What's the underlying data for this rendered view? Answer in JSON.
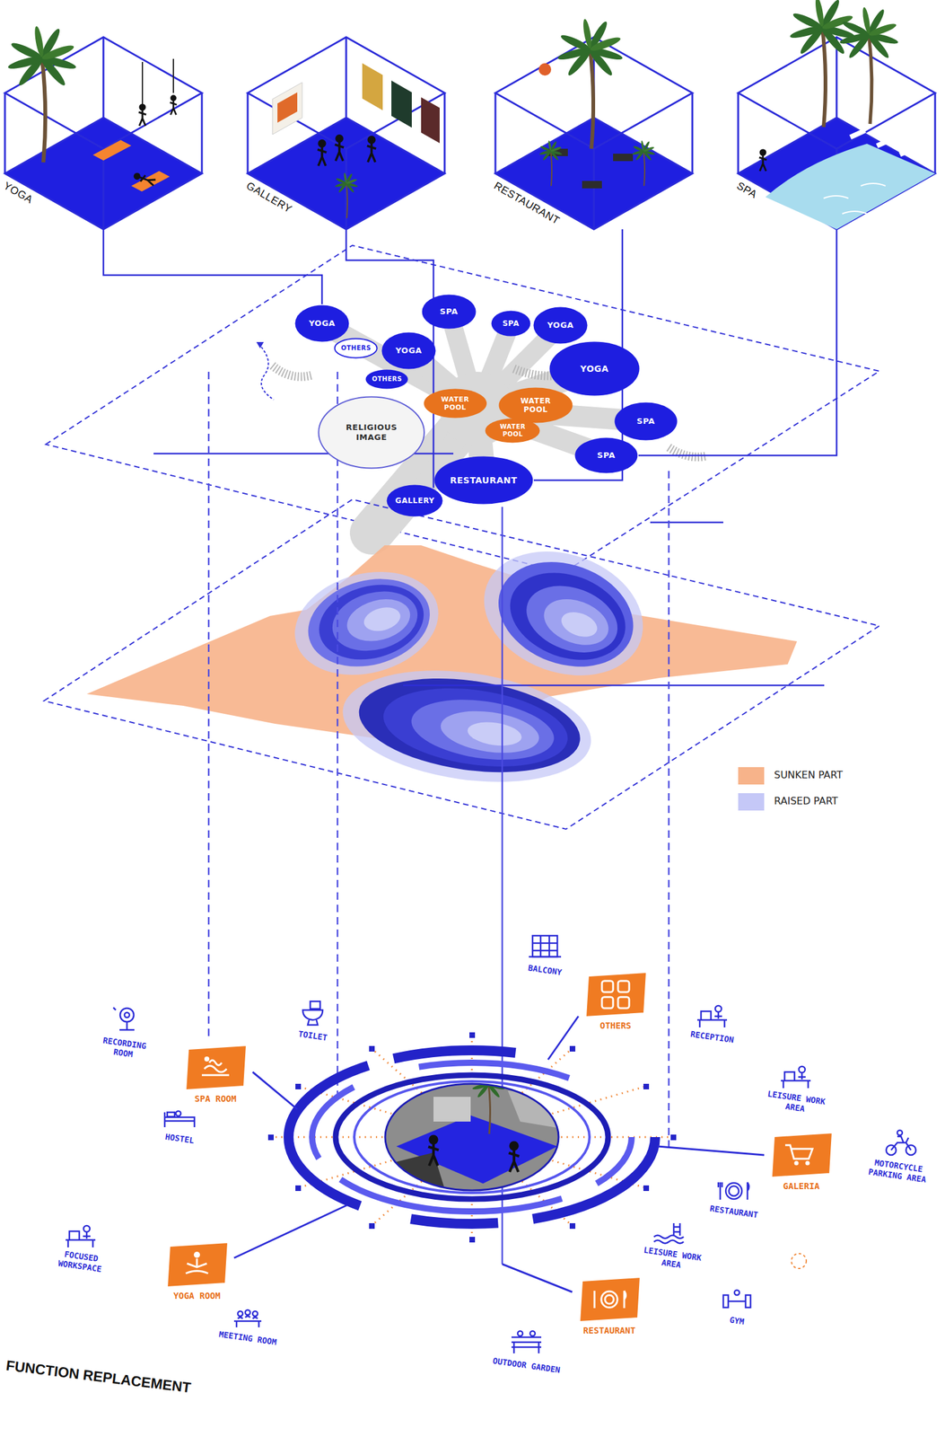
{
  "diagram": {
    "nodes": [
      {
        "text": [
          "YOGA"
        ]
      },
      {
        "text": [
          "GALLERY"
        ]
      },
      {
        "text": [
          "RESTAURANT"
        ]
      },
      {
        "text": [
          "SPA"
        ]
      },
      {
        "text": [
          "YOGA"
        ]
      },
      {
        "text": [
          "OTHERS"
        ]
      },
      {
        "text": [
          "YOGA"
        ]
      },
      {
        "text": [
          "OTHERS"
        ]
      },
      {
        "text": [
          "SPA"
        ]
      },
      {
        "text": [
          "SPA"
        ]
      },
      {
        "text": [
          "YOGA"
        ]
      },
      {
        "text": [
          "YOGA"
        ]
      },
      {
        "text": [
          "WATER POOL"
        ]
      },
      {
        "text": [
          "WATER POOL"
        ]
      },
      {
        "text": [
          "WATER POOL"
        ]
      },
      {
        "text": [
          "RELIGIOUS IMAGE"
        ]
      },
      {
        "text": [
          "SPA"
        ]
      },
      {
        "text": [
          "SPA"
        ]
      },
      {
        "text": [
          "RESTAURANT"
        ]
      },
      {
        "text": [
          "GALLERY"
        ]
      },
      {
        "text": [
          "SPA ROOM"
        ]
      },
      {
        "text": [
          "OTHERS"
        ]
      },
      {
        "text": [
          "GALERIA"
        ]
      },
      {
        "text": [
          "YOGA ROOM"
        ]
      },
      {
        "text": [
          "RESTAURANT"
        ]
      }
    ],
    "edges": [
      {
        "from": 0,
        "to": 4,
        "arrow": "none"
      },
      {
        "from": 1,
        "to": 19,
        "arrow": "none"
      },
      {
        "from": 2,
        "to": 18,
        "arrow": "none"
      },
      {
        "from": 3,
        "to": 17,
        "arrow": "none"
      }
    ],
    "labels": [
      "RECORDING ROOM",
      "TOILET",
      "BALCONY",
      "RECEPTION",
      "HOSTEL",
      "LEISURE WORK AREA",
      "MOTORCYCLE PARKING AREA",
      "RESTAURANT",
      "FOCUSED WORKSPACE",
      "MEETING ROOM",
      "LEISURE WORK AREA",
      "GYM",
      "OUTDOOR GARDEN",
      "FUNCTION REPLACEMENT"
    ],
    "legend": [
      {
        "text": "SUNKEN PART",
        "color": "#f7b38a"
      },
      {
        "text": "RAISED PART",
        "color": "#c5c8f7"
      }
    ]
  }
}
